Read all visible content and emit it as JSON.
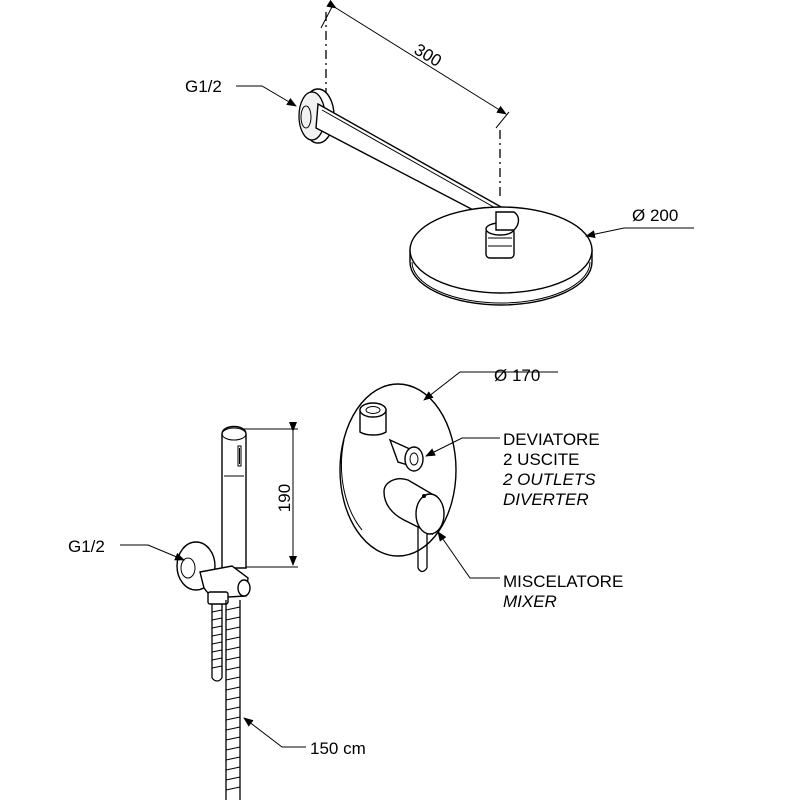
{
  "shower_arm": {
    "thread_label": "G1/2",
    "length_label": "300"
  },
  "shower_head": {
    "diameter_label": "Ø 200"
  },
  "mixer_plate": {
    "diameter_label": "Ø 170"
  },
  "diverter": {
    "line1": "DEVIATORE",
    "line2": "2 USCITE",
    "line3": "2 OUTLETS",
    "line4": "DIVERTER"
  },
  "mixer": {
    "line1": "MISCELATORE",
    "line2": "MIXER"
  },
  "hand_shower": {
    "thread_label": "G1/2",
    "height_label": "190",
    "hose_label": "150 cm"
  }
}
